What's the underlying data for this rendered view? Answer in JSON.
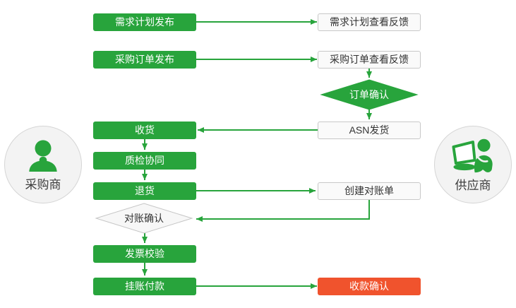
{
  "colors": {
    "green": "#28a43c",
    "red": "#f0532d",
    "box_bg": "#fafafa",
    "box_border": "#c8c8c8",
    "diamond_bg": "#f7f7f7",
    "diamond_border": "#c6c6c6",
    "circle_bg": "#f3f3f3",
    "circle_border": "#d5d5d5",
    "text_dark": "#333333"
  },
  "actors": {
    "buyer": {
      "label": "采购商",
      "icon": "person-icon"
    },
    "supplier": {
      "label": "供应商",
      "icon": "person-laptop-icon"
    }
  },
  "nodes": {
    "demand_plan_publish": {
      "label": "需求计划发布",
      "type": "process-green"
    },
    "demand_plan_feedback": {
      "label": "需求计划查看反馈",
      "type": "process-light"
    },
    "po_publish": {
      "label": "采购订单发布",
      "type": "process-green"
    },
    "po_feedback": {
      "label": "采购订单查看反馈",
      "type": "process-light"
    },
    "order_confirm": {
      "label": "订单确认",
      "type": "decision-green"
    },
    "asn_ship": {
      "label": "ASN发货",
      "type": "process-light"
    },
    "receiving": {
      "label": "收货",
      "type": "process-green"
    },
    "quality_collab": {
      "label": "质检协同",
      "type": "process-green"
    },
    "returns": {
      "label": "退货",
      "type": "process-green"
    },
    "create_statement": {
      "label": "创建对账单",
      "type": "process-light"
    },
    "statement_confirm": {
      "label": "对账确认",
      "type": "decision-light"
    },
    "invoice_check": {
      "label": "发票校验",
      "type": "process-green"
    },
    "book_payment": {
      "label": "挂账付款",
      "type": "process-green"
    },
    "receipt_confirm": {
      "label": "收款确认",
      "type": "process-red"
    }
  }
}
